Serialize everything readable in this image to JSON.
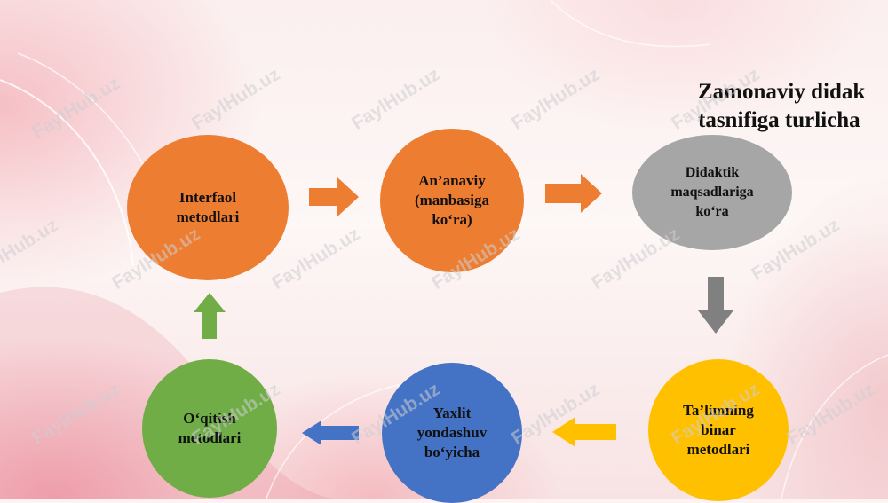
{
  "title": {
    "line1": "Zamonaviy didak",
    "line2": "tasnifiga turlicha"
  },
  "nodes": {
    "interfaol": {
      "label": "Interfaol\nmetodlari",
      "color": "#ed7d31"
    },
    "ananaviy": {
      "label": "An’anaviy\n(manbasiga\nko‘ra)",
      "color": "#ed7d31"
    },
    "didaktik": {
      "label": "Didaktik\nmaqsadlariga\nko‘ra",
      "color": "#a6a6a6"
    },
    "binar": {
      "label": "Ta’limning\nbinar\nmetodlari",
      "color": "#ffc000"
    },
    "yaxlit": {
      "label": "Yaxlit\nyondashuv\nbo‘yicha",
      "color": "#4472c4"
    },
    "oqitish": {
      "label": "O‘qitish\nmetodlari",
      "color": "#70ad47"
    }
  },
  "arrows": {
    "a1": {
      "direction": "right",
      "color": "#ed7d31"
    },
    "a2": {
      "direction": "right",
      "color": "#ed7d31"
    },
    "a3": {
      "direction": "down",
      "color": "#808080"
    },
    "a4": {
      "direction": "left",
      "color": "#ffc000"
    },
    "a5": {
      "direction": "left",
      "color": "#4472c4"
    },
    "a6": {
      "direction": "up",
      "color": "#70ad47"
    }
  },
  "watermark": "FaylHub.uz"
}
